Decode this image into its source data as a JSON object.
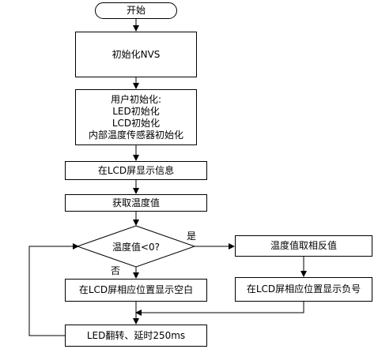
{
  "flowchart": {
    "start": "开始",
    "init_nvs": "初始化NVS",
    "user_init": {
      "title": "用户初始化:",
      "lines": [
        "LED初始化",
        "LCD初始化",
        "内部温度传感器初始化"
      ]
    },
    "show_info": "在LCD屏显示信息",
    "get_temp": "获取温度值",
    "decision": "温度值<0?",
    "yes_label": "是",
    "no_label": "否",
    "negate": "温度值取相反值",
    "show_blank": "在LCD屏相应位置显示空白",
    "show_minus": "在LCD屏相应位置显示负号",
    "led_toggle": "LED翻转、延时250ms"
  }
}
